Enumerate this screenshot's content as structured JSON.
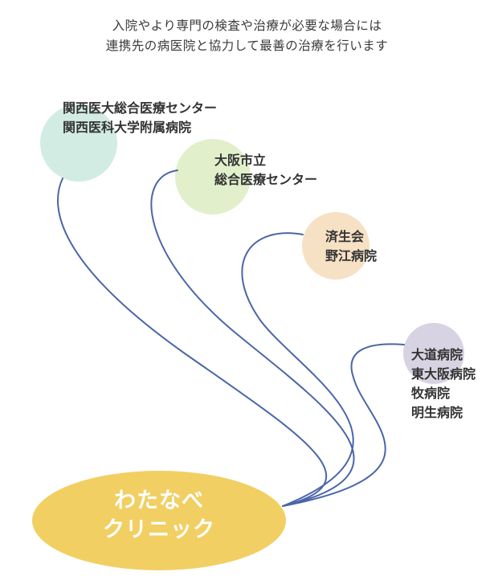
{
  "intro": {
    "line1": "入院やより専門の検査や治療が必要な場合には",
    "line2": "連携先の病医院と協力して最善の治療を行います"
  },
  "colors": {
    "line": "#4a66a8",
    "clinic_fill": "#f2cf63",
    "kansai_fill": "#d3ece3",
    "osaka_fill": "#e1efcb",
    "saiseikai_fill": "#f7e1c4",
    "group_fill": "#d8d3e2",
    "label_text": "#333333",
    "clinic_text": "#ffffff"
  },
  "hospitals": {
    "kansai": {
      "lines": [
        "関西医大総合医療センター",
        "関西医科大学附属病院"
      ]
    },
    "osaka": {
      "lines": [
        "大阪市立",
        "総合医療センター"
      ]
    },
    "saiseikai": {
      "lines": [
        "済生会",
        "野江病院"
      ]
    },
    "group": {
      "lines": [
        "大道病院",
        "東大阪病院",
        "牧病院",
        "明生病院"
      ]
    }
  },
  "clinic": {
    "lines": [
      "わたなべ",
      "クリニック"
    ]
  }
}
